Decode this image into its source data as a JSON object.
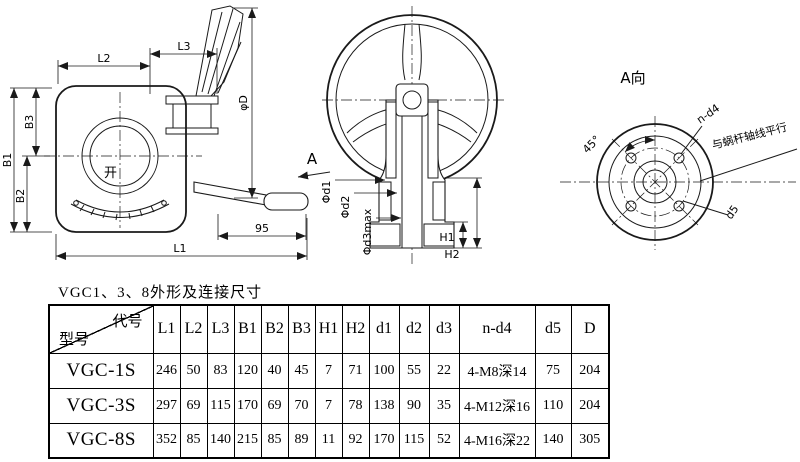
{
  "caption": "VGC1、3、8外形及连接尺寸",
  "drawing": {
    "labels": {
      "L1": "L1",
      "L2": "L2",
      "L3": "L3",
      "B1": "B1",
      "B2": "B2",
      "B3": "B3",
      "phiD": "φD",
      "open": "开",
      "dim95": "95",
      "viewArrow": "A",
      "phid1": "Φd1",
      "phid2": "Φd2",
      "phid3max": "Φd3max",
      "H1": "H1",
      "H2": "H2",
      "viewA": "A向",
      "deg45": "45°",
      "nd4": "n-d4",
      "parallel": "与蜗杆轴线平行",
      "d5": "d5"
    }
  },
  "table": {
    "corner": {
      "top": "代号",
      "bottom": "型号"
    },
    "columns": [
      "L1",
      "L2",
      "L3",
      "B1",
      "B2",
      "B3",
      "H1",
      "H2",
      "d1",
      "d2",
      "d3",
      "n-d4",
      "d5",
      "D"
    ],
    "rows": [
      {
        "model": "VGC-1S",
        "values": [
          "246",
          "50",
          "83",
          "120",
          "40",
          "45",
          "7",
          "71",
          "100",
          "55",
          "22",
          "4-M8深14",
          "75",
          "204"
        ]
      },
      {
        "model": "VGC-3S",
        "values": [
          "297",
          "69",
          "115",
          "170",
          "69",
          "70",
          "7",
          "78",
          "138",
          "90",
          "35",
          "4-M12深16",
          "110",
          "204"
        ]
      },
      {
        "model": "VGC-8S",
        "values": [
          "352",
          "85",
          "140",
          "215",
          "85",
          "89",
          "11",
          "92",
          "170",
          "115",
          "52",
          "4-M16深22",
          "140",
          "305"
        ]
      }
    ]
  }
}
